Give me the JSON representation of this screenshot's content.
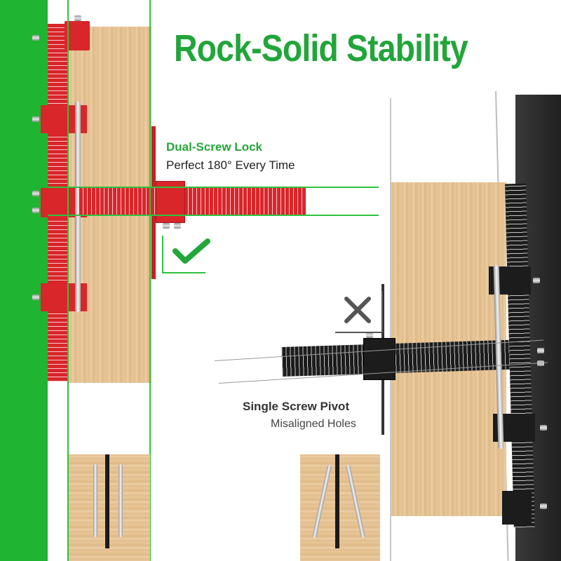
{
  "title": "Rock-Solid Stability",
  "good": {
    "heading": "Dual-Screw Lock",
    "subtitle": "Perfect 180° Every Time",
    "mark": "check-mark"
  },
  "bad": {
    "heading": "Single Screw Pivot",
    "subtitle": "Misaligned Holes",
    "mark": "x-mark"
  },
  "colors": {
    "brand_green": "#22a53a",
    "left_bar": "#1fb533",
    "red_jig": "#d8262a",
    "black_jig": "#1c1c1c",
    "dark_backdrop": "#2a2a2a"
  }
}
